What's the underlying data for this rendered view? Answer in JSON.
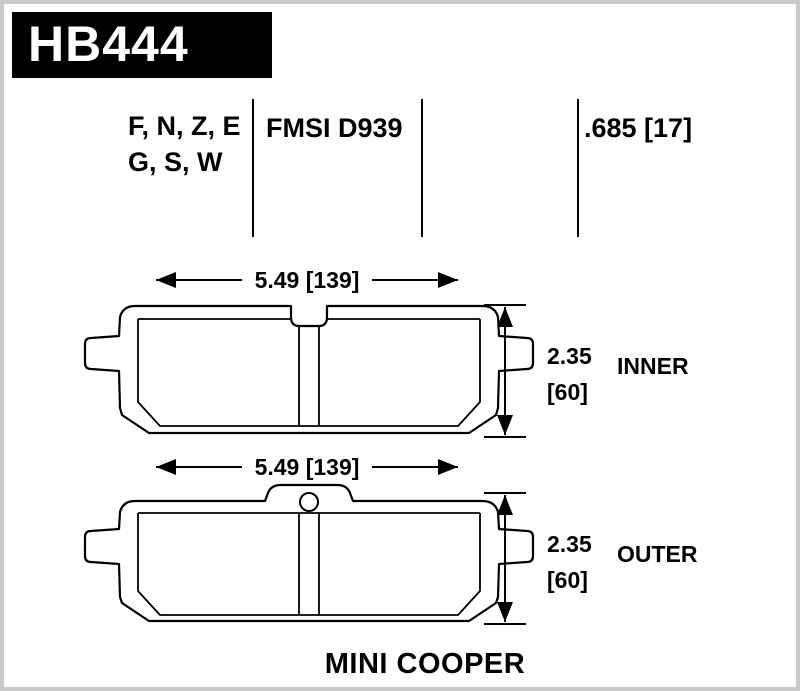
{
  "header": {
    "part_number": "HB444"
  },
  "specs": {
    "compounds_line1": "F, N, Z, E",
    "compounds_line2": "G, S, W",
    "fmsi": "FMSI D939",
    "thickness": ".685 [17]"
  },
  "inner_pad": {
    "width": "5.49 [139]",
    "thickness_in": "2.35",
    "thickness_mm": "[60]",
    "label": "INNER"
  },
  "outer_pad": {
    "width": "5.49 [139]",
    "thickness_in": "2.35",
    "thickness_mm": "[60]",
    "label": "OUTER"
  },
  "footer": {
    "vehicle": "MINI COOPER"
  }
}
